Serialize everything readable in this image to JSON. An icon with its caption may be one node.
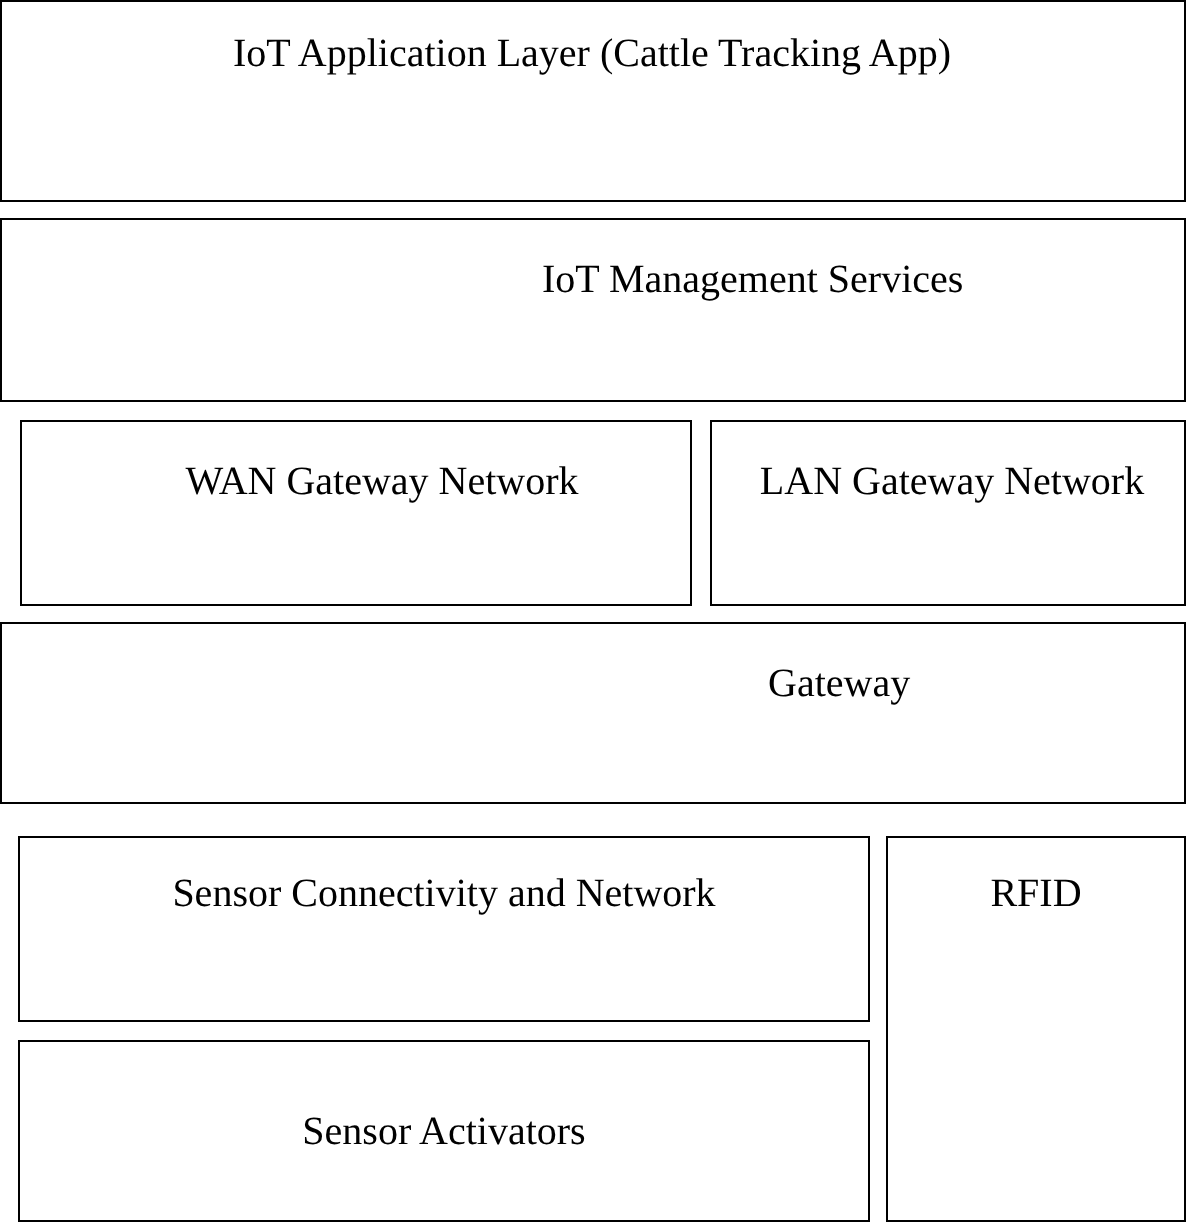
{
  "diagram": {
    "nodes": [
      {
        "text": [
          "IoT Application Layer (Cattle Tracking App)"
        ]
      },
      {
        "text": [
          "IoT Management Services"
        ]
      },
      {
        "text": [
          "WAN Gateway Network"
        ]
      },
      {
        "text": [
          "LAN Gateway Network"
        ]
      },
      {
        "text": [
          "Gateway"
        ]
      },
      {
        "text": [
          "Sensor Connectivity and Network"
        ]
      },
      {
        "text": [
          "RFID"
        ]
      },
      {
        "text": [
          "Sensor Activators"
        ]
      }
    ]
  }
}
